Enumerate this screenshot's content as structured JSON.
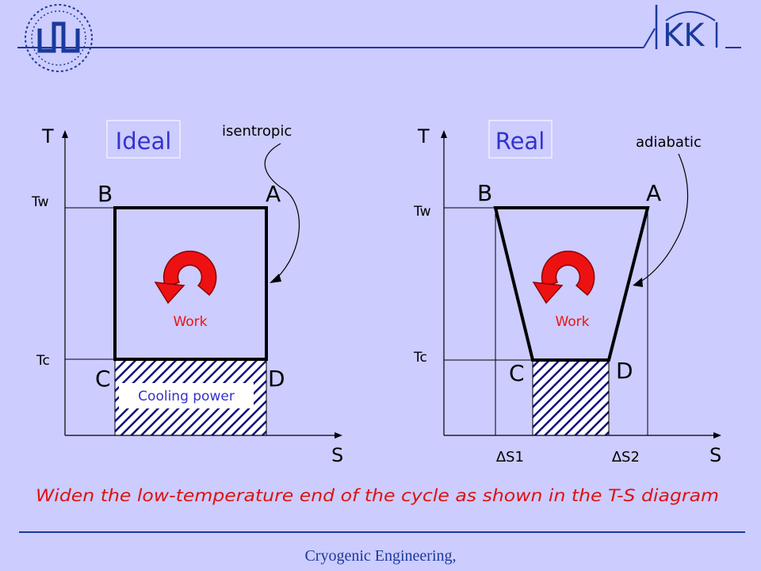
{
  "colors": {
    "background": "#ccccff",
    "rule_blue": "#1a3a9c",
    "label_blue": "#3333cc",
    "work_red": "#ee1111",
    "caption_red": "#dd1111",
    "hatch_blue": "#101080"
  },
  "header": {
    "logo_right": "KK"
  },
  "ideal_panel": {
    "title": "Ideal",
    "axis_t": "T",
    "axis_s": "S",
    "tw": "Tw",
    "tc": "Tc",
    "point_a": "A",
    "point_b": "B",
    "point_c": "C",
    "point_d": "D",
    "process_note": "isentropic",
    "work": "Work",
    "cooling_power": "Cooling power"
  },
  "real_panel": {
    "title": "Real",
    "axis_t": "T",
    "axis_s": "S",
    "tw": "Tw",
    "tc": "Tc",
    "point_a": "A",
    "point_b": "B",
    "point_c": "C",
    "point_d": "D",
    "process_note": "adiabatic",
    "work": "Work",
    "delta_s1": "S1",
    "delta_s2": "S2",
    "delta_symbol": "∆"
  },
  "caption": "Widen the low-temperature end of the cycle as shown in the T-S diagram",
  "footer": "Cryogenic Engineering,"
}
